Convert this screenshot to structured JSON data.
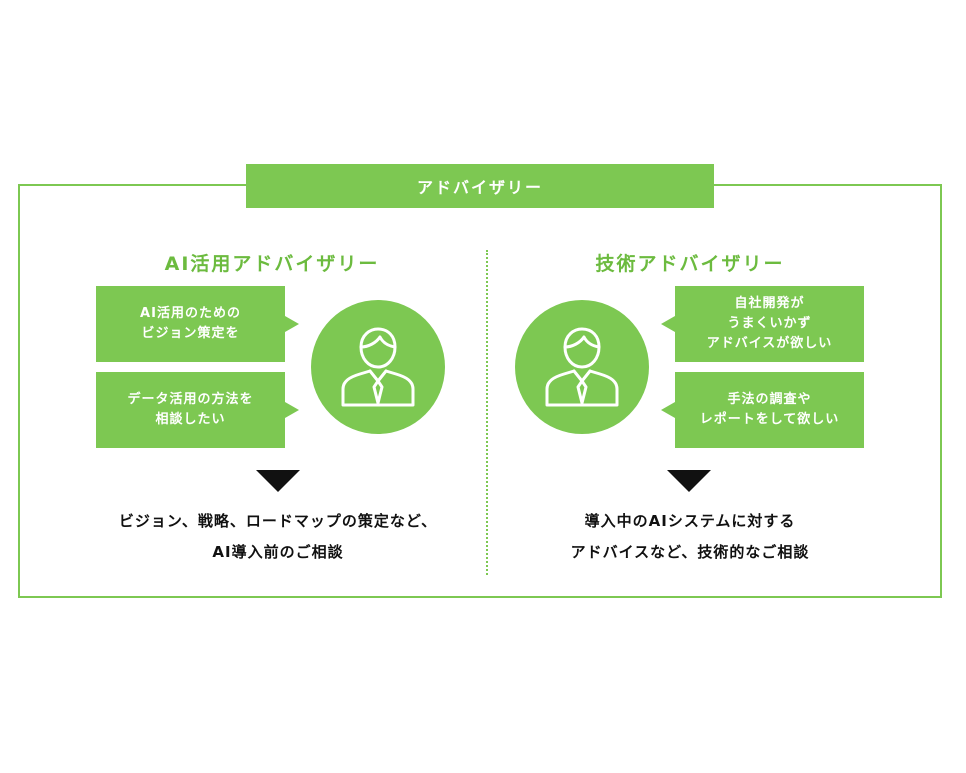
{
  "banner": {
    "label": "アドバイザリー"
  },
  "left": {
    "title": "AI活用アドバイザリー",
    "bubbles": [
      {
        "line1": "AI活用のための",
        "line2": "ビジョン策定を"
      },
      {
        "line1": "データ活用の方法を",
        "line2": "相談したい"
      }
    ],
    "icon": "person-icon",
    "summary": {
      "line1": "ビジョン、戦略、ロードマップの策定など、",
      "line2": "AI導入前のご相談"
    }
  },
  "right": {
    "title": "技術アドバイザリー",
    "bubbles": [
      {
        "line1": "自社開発が",
        "line2": "うまくいかず",
        "line3": "アドバイスが欲しい"
      },
      {
        "line1": "手法の調査や",
        "line2": "レポートをして欲しい"
      }
    ],
    "icon": "person-icon",
    "summary": {
      "line1": "導入中のAIシステムに対する",
      "line2": "アドバイスなど、技術的なご相談"
    }
  },
  "colors": {
    "accent": "#7dc852",
    "title_green": "#6cbb3f",
    "arrow": "#111111"
  }
}
